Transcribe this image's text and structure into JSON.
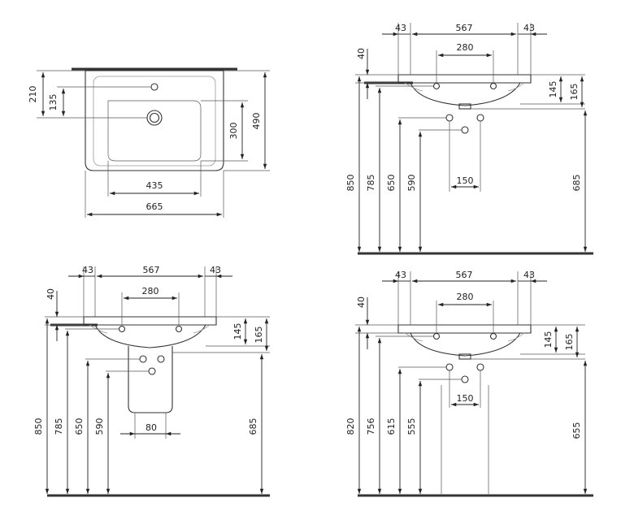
{
  "top_view": {
    "d210": "210",
    "d135": "135",
    "d300": "300",
    "d490": "490",
    "d435": "435",
    "d665": "665"
  },
  "front_top_right": {
    "d43a": "43",
    "d567": "567",
    "d43b": "43",
    "d40": "40",
    "d280": "280",
    "d145": "145",
    "d165": "165",
    "d150": "150",
    "d850": "850",
    "d785": "785",
    "d650": "650",
    "d590": "590",
    "d685": "685"
  },
  "front_bottom_left": {
    "d43a": "43",
    "d567": "567",
    "d43b": "43",
    "d40": "40",
    "d280": "280",
    "d145": "145",
    "d165": "165",
    "d80": "80",
    "d850": "850",
    "d785": "785",
    "d650": "650",
    "d590": "590",
    "d685": "685"
  },
  "front_bottom_right": {
    "d43a": "43",
    "d567": "567",
    "d43b": "43",
    "d40": "40",
    "d280": "280",
    "d145": "145",
    "d165": "165",
    "d150": "150",
    "d820": "820",
    "d756": "756",
    "d615": "615",
    "d555": "555",
    "d655": "655"
  }
}
